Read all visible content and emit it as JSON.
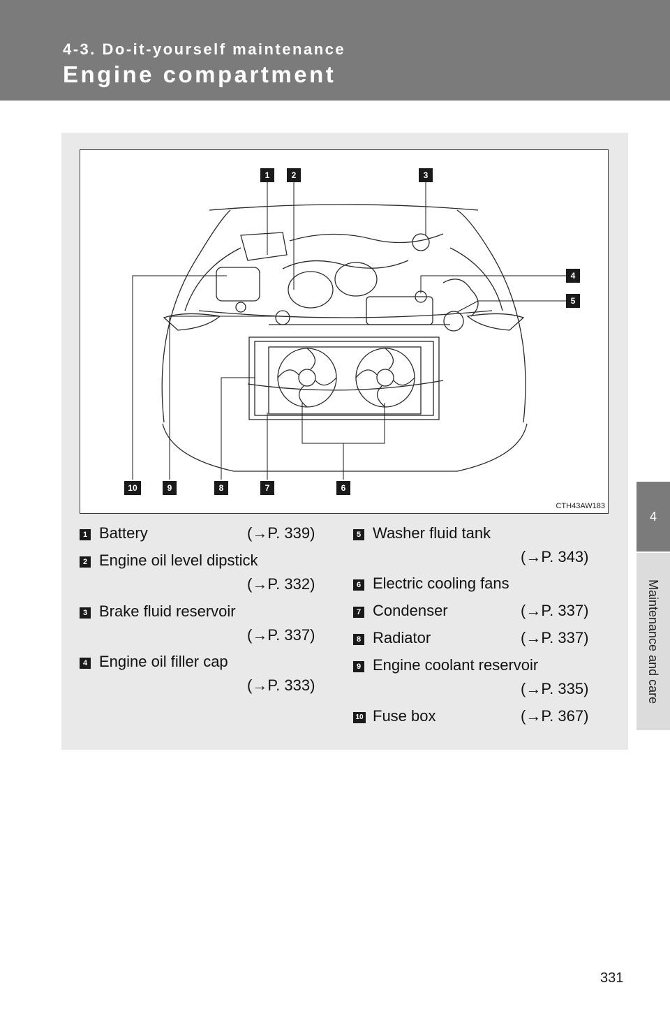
{
  "header": {
    "section": "4-3. Do-it-yourself maintenance",
    "title": "Engine compartment"
  },
  "side_tab": {
    "chapter_number": "4",
    "chapter_label": "Maintenance and care"
  },
  "figure": {
    "code": "CTH43AW183",
    "markers": [
      "1",
      "2",
      "3",
      "4",
      "5",
      "6",
      "7",
      "8",
      "9",
      "10"
    ]
  },
  "legend": [
    {
      "num": "1",
      "label": "Battery",
      "ref": "(→P. 339)"
    },
    {
      "num": "2",
      "label": "Engine oil level dipstick",
      "ref": "(→P. 332)"
    },
    {
      "num": "3",
      "label": "Brake fluid reservoir",
      "ref": "(→P. 337)"
    },
    {
      "num": "4",
      "label": "Engine oil filler cap",
      "ref": "(→P. 333)"
    },
    {
      "num": "5",
      "label": "Washer fluid tank",
      "ref": "(→P. 343)"
    },
    {
      "num": "6",
      "label": "Electric cooling fans",
      "ref": ""
    },
    {
      "num": "7",
      "label": "Condenser",
      "ref": "(→P. 337)"
    },
    {
      "num": "8",
      "label": "Radiator",
      "ref": "(→P. 337)"
    },
    {
      "num": "9",
      "label": "Engine coolant reservoir",
      "ref": "(→P. 335)"
    },
    {
      "num": "10",
      "label": "Fuse box",
      "ref": "(→P. 367)"
    }
  ],
  "page_number": "331"
}
